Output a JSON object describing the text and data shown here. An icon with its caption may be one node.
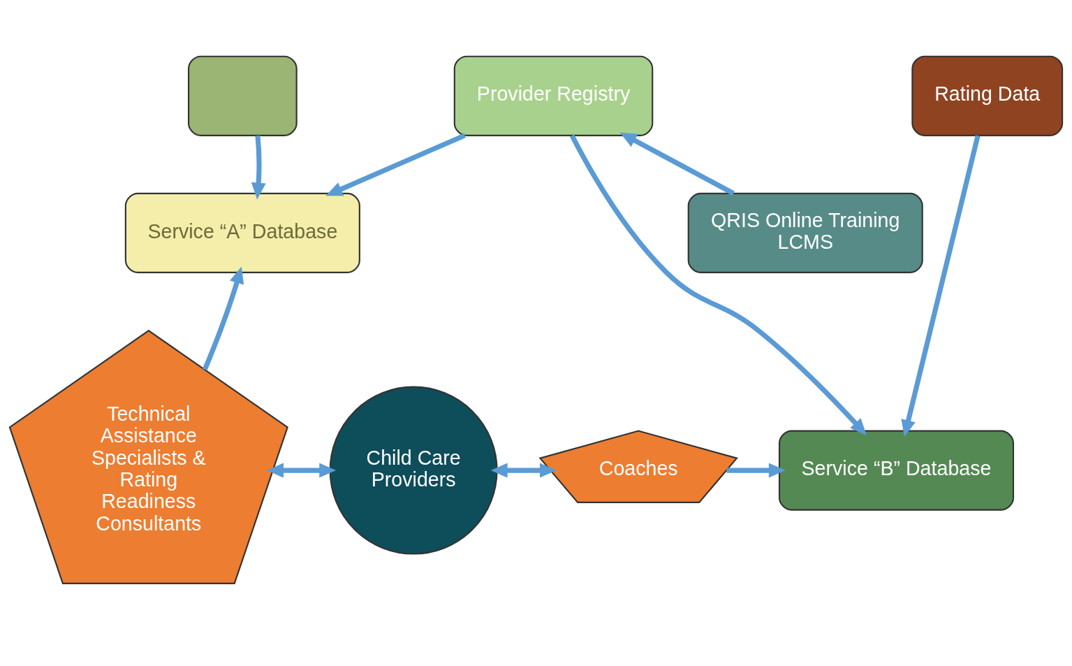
{
  "diagram": {
    "nodes": [
      {
        "text": [],
        "shape": "box"
      },
      {
        "text": [
          "Provider Registry"
        ]
      },
      {
        "text": [
          "Service “A” Database"
        ]
      },
      {
        "text": [
          "QRIS Online Training LCMS"
        ]
      },
      {
        "text": [
          "Rating Data"
        ]
      },
      {
        "text": [
          "Technical Assistance Specialists & Rating Readiness Consultants"
        ]
      },
      {
        "text": [
          "Child Care Providers"
        ]
      },
      {
        "text": [
          "Coaches"
        ]
      },
      {
        "text": [
          "Service “B” Database"
        ]
      }
    ],
    "edges": [
      {
        "from": 0,
        "to": 2,
        "arrow": "to"
      },
      {
        "from": 1,
        "to": 2,
        "arrow": "to"
      },
      {
        "from": 3,
        "to": 1,
        "arrow": "to"
      },
      {
        "from": 1,
        "to": 8,
        "arrow": "to"
      },
      {
        "from": 4,
        "to": 8,
        "arrow": "to"
      },
      {
        "from": 5,
        "to": 2,
        "arrow": "to"
      },
      {
        "from": 5,
        "to": 6,
        "arrow": "both"
      },
      {
        "from": 6,
        "to": 7,
        "arrow": "both"
      },
      {
        "from": 7,
        "to": 8,
        "arrow": "to"
      }
    ]
  }
}
